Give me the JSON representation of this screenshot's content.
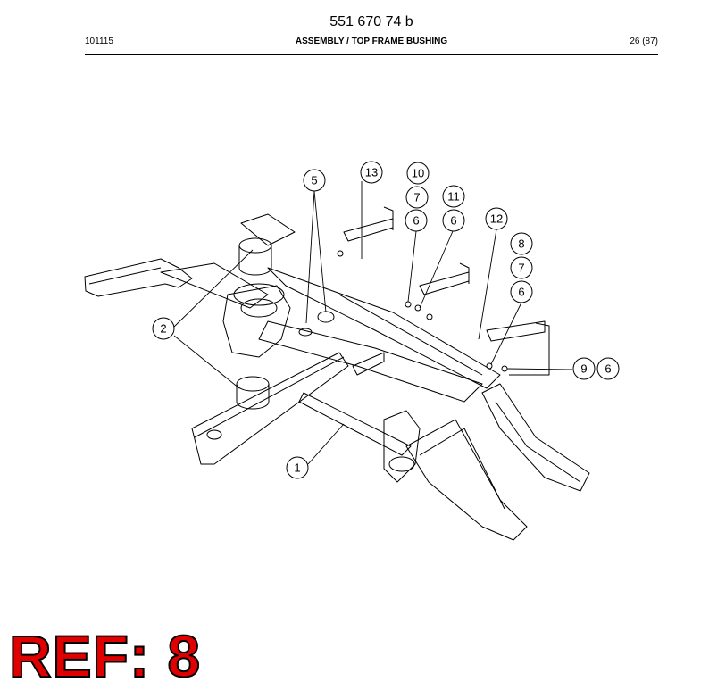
{
  "document": {
    "doc_number": "551 670 74 b",
    "date_code": "101115",
    "section_title": "ASSEMBLY / TOP FRAME BUSHING",
    "page": "26 (87)"
  },
  "callouts": [
    "13",
    "10",
    "7",
    "6",
    "11",
    "6",
    "12",
    "5",
    "8",
    "7",
    "6",
    "2",
    "9",
    "6",
    "1"
  ],
  "ref_label": "REF: 8",
  "colors": {
    "line": "#000000",
    "ref_text": "#e00000"
  }
}
